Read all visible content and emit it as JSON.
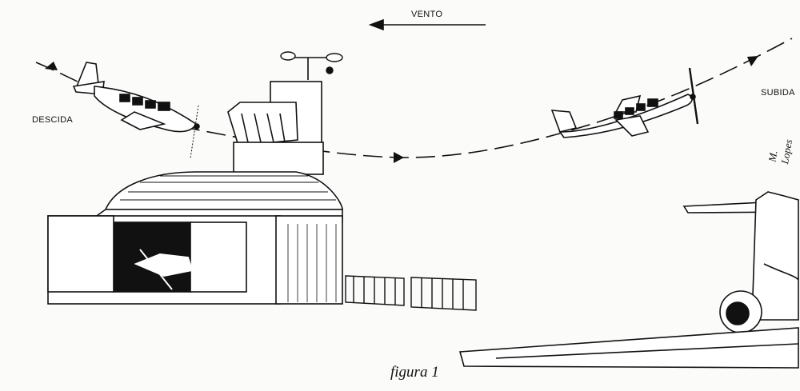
{
  "labels": {
    "wind": "VENTO",
    "descent": "DESCIDA",
    "climb": "SUBIDA",
    "caption": "figura 1",
    "signature": "M. Lopes"
  },
  "colors": {
    "ink": "#111111",
    "paper": "#fbfbfa"
  },
  "icons": {
    "wind_arrow": "arrow-left-icon",
    "wind_vane": "wind-vane-icon"
  }
}
